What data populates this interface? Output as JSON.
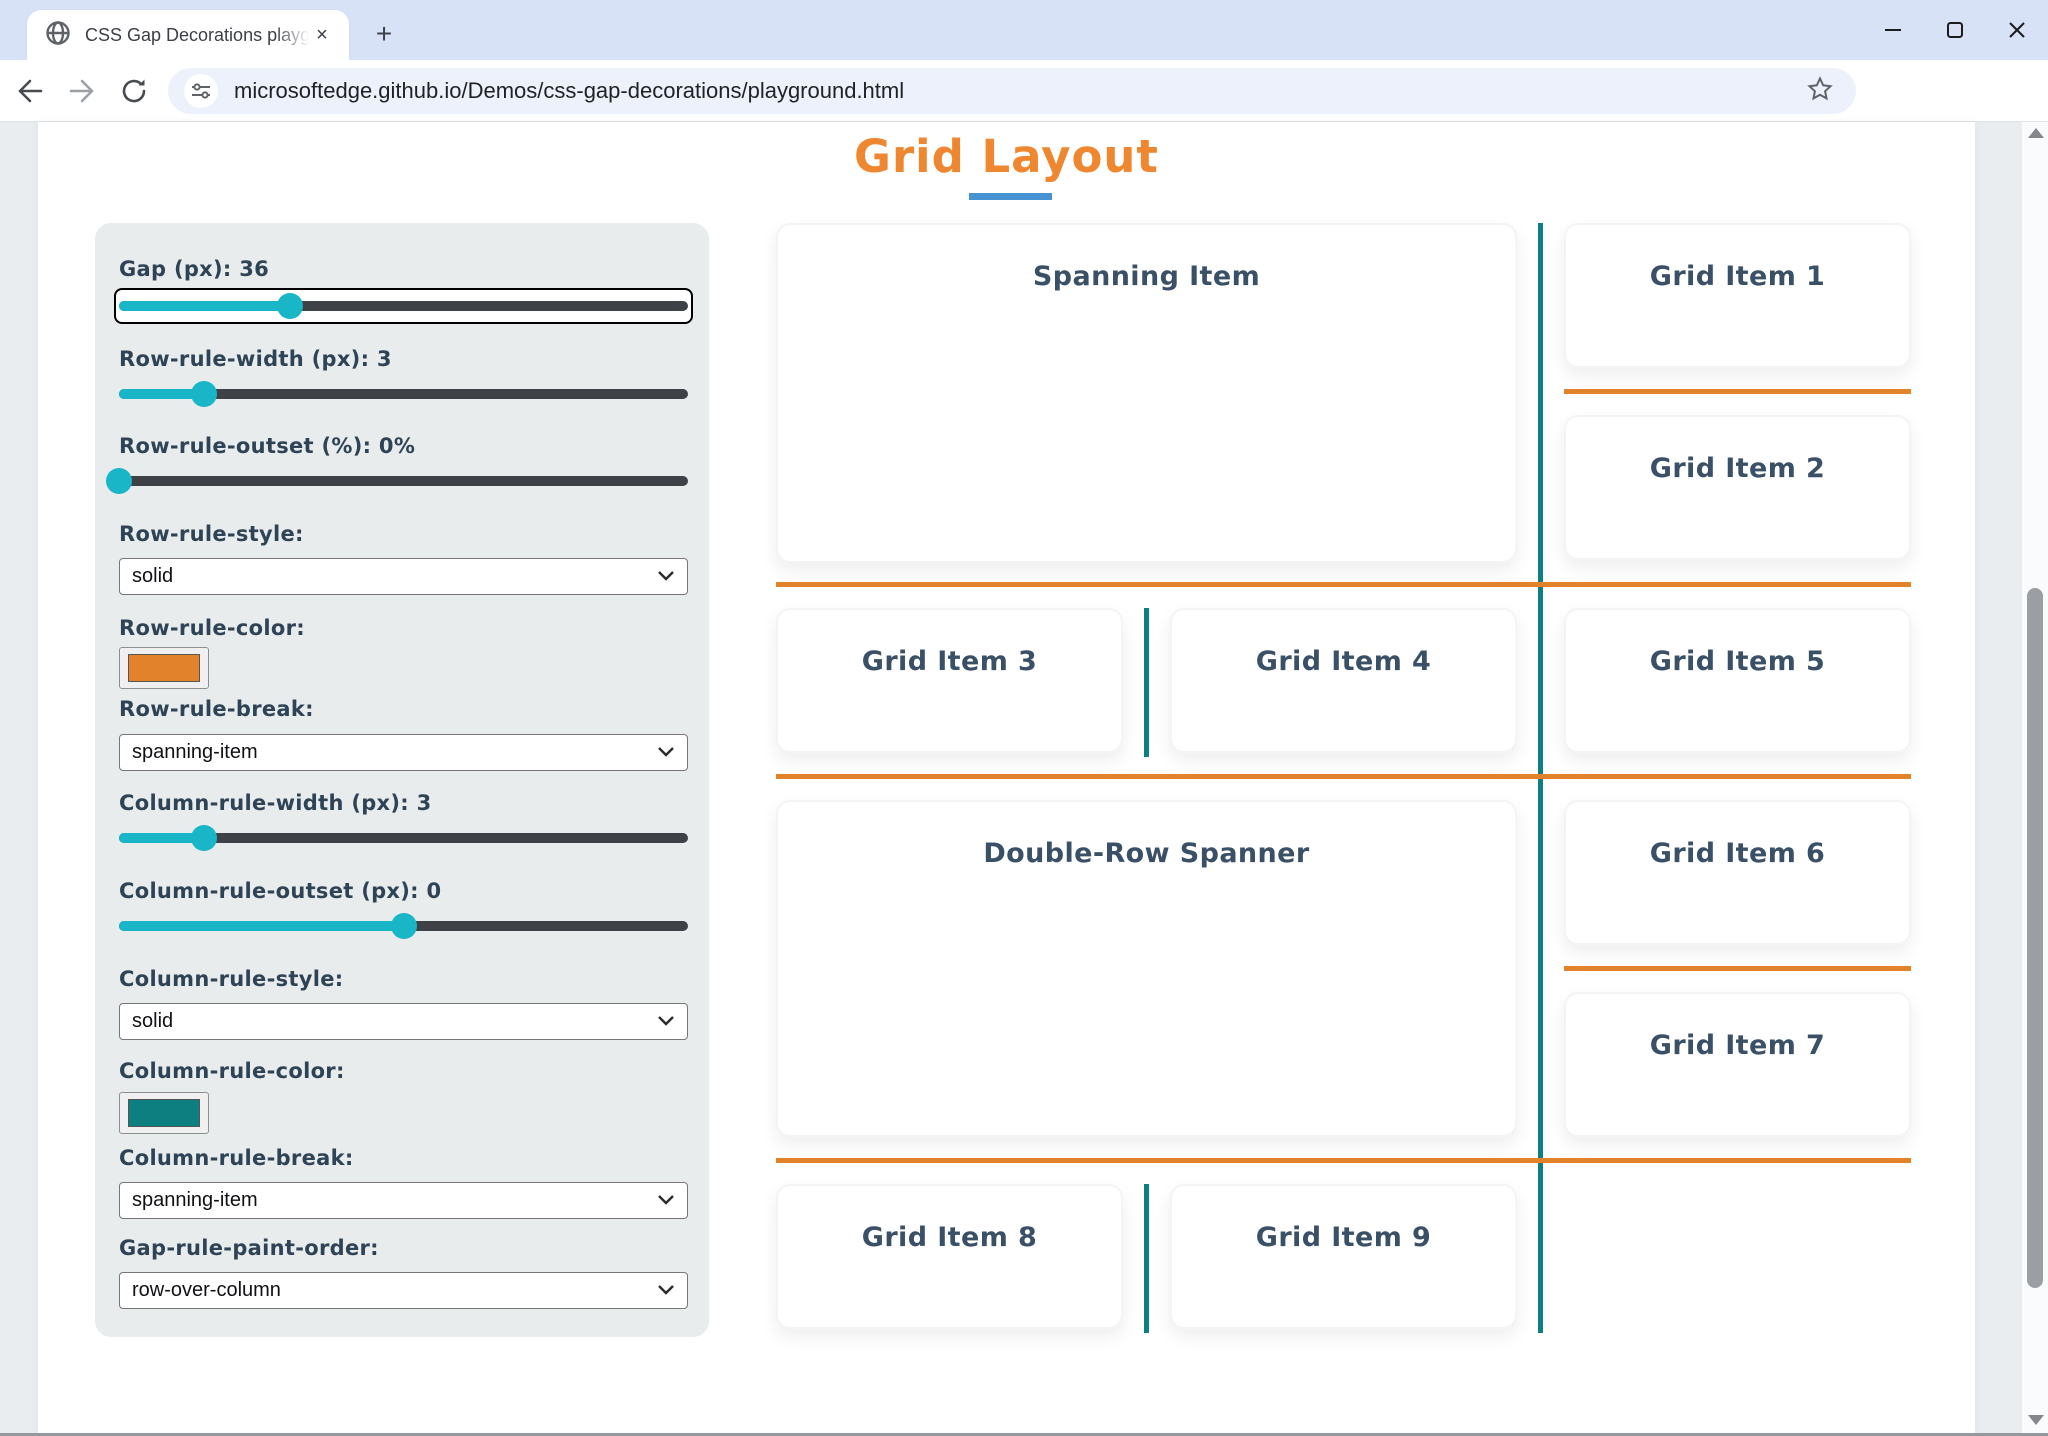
{
  "browser": {
    "tab": {
      "title": "CSS Gap Decorations playgroun",
      "close_label": "×"
    },
    "new_tab_label": "+",
    "url": "microsoftedge.github.io/Demos/css-gap-decorations/playground.html"
  },
  "page": {
    "title": "Grid Layout",
    "colors": {
      "title": "#EE8730",
      "accent_underline": "#4793D1",
      "row_rule_orange": "#E2832B",
      "column_rule_teal": "#0D7F80",
      "slider_fill_teal": "#18B6C6"
    },
    "sidebar": {
      "controls": [
        {
          "id": "gap",
          "label": "Gap (px): 36",
          "type": "slider",
          "value": 36,
          "fill_percent": 30
        },
        {
          "id": "row-rule-width",
          "label": "Row-rule-width (px): 3",
          "type": "slider",
          "value": 3,
          "fill_percent": 15
        },
        {
          "id": "row-rule-outset",
          "label": "Row-rule-outset (%): 0%",
          "type": "slider",
          "value": 0,
          "fill_percent": 0
        },
        {
          "id": "row-rule-style",
          "label": "Row-rule-style:",
          "type": "select",
          "value": "solid"
        },
        {
          "id": "row-rule-color",
          "label": "Row-rule-color:",
          "type": "color",
          "value": "#E2832B"
        },
        {
          "id": "row-rule-break",
          "label": "Row-rule-break:",
          "type": "select",
          "value": "spanning-item"
        },
        {
          "id": "column-rule-width",
          "label": "Column-rule-width (px): 3",
          "type": "slider",
          "value": 3,
          "fill_percent": 15
        },
        {
          "id": "column-rule-outset",
          "label": "Column-rule-outset (px): 0",
          "type": "slider",
          "value": 0,
          "fill_percent": 50
        },
        {
          "id": "column-rule-style",
          "label": "Column-rule-style:",
          "type": "select",
          "value": "solid"
        },
        {
          "id": "column-rule-color",
          "label": "Column-rule-color:",
          "type": "color",
          "value": "#0D7F80"
        },
        {
          "id": "column-rule-break",
          "label": "Column-rule-break:",
          "type": "select",
          "value": "spanning-item"
        },
        {
          "id": "gap-rule-paint-order",
          "label": "Gap-rule-paint-order:",
          "type": "select",
          "value": "row-over-column"
        }
      ]
    },
    "grid": {
      "items": [
        {
          "label": "Spanning Item"
        },
        {
          "label": "Grid Item 1"
        },
        {
          "label": "Grid Item 2"
        },
        {
          "label": "Grid Item 3"
        },
        {
          "label": "Grid Item 4"
        },
        {
          "label": "Grid Item 5"
        },
        {
          "label": "Double-Row Spanner"
        },
        {
          "label": "Grid Item 6"
        },
        {
          "label": "Grid Item 7"
        },
        {
          "label": "Grid Item 8"
        },
        {
          "label": "Grid Item 9"
        }
      ]
    }
  }
}
